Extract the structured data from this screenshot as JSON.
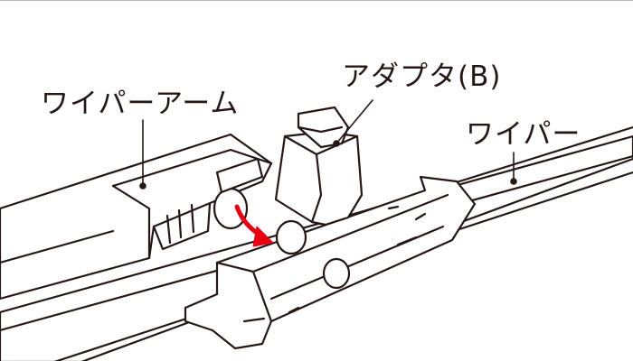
{
  "labels": {
    "wiper_arm": "ワイパーアーム",
    "adapter": "アダプタ(B)",
    "wiper": "ワイパー"
  },
  "colors": {
    "line": "#231815",
    "arrow": "#e60012"
  }
}
